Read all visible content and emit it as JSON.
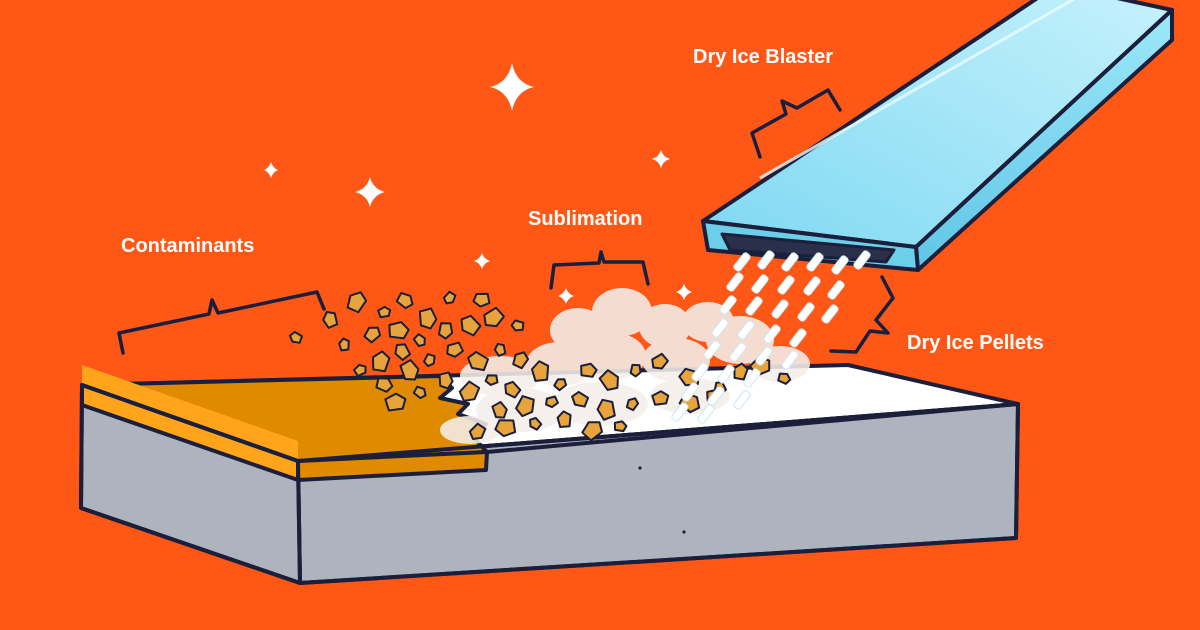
{
  "labels": {
    "contaminants": "Contaminants",
    "sublimation": "Sublimation",
    "dry_ice_blaster": "Dry Ice Blaster",
    "dry_ice_pellets": "Dry Ice Pellets"
  },
  "colors": {
    "background": "#FF5716",
    "outline": "#1B1F3B",
    "coating": "#E08A00",
    "coating_edge": "#FFA41B",
    "cleaned_surface": "#FFFFFF",
    "block_side": "#AEB4BE",
    "nozzle": "#8FE3F7",
    "pellet": "#FFFFFF",
    "debris": "#E7A43C",
    "smoke": "#F4EFEA",
    "label_text": "#FFFFFF"
  },
  "icons": [
    "sparkle-icon",
    "bracket-icon",
    "pellet-icon",
    "debris-icon"
  ]
}
